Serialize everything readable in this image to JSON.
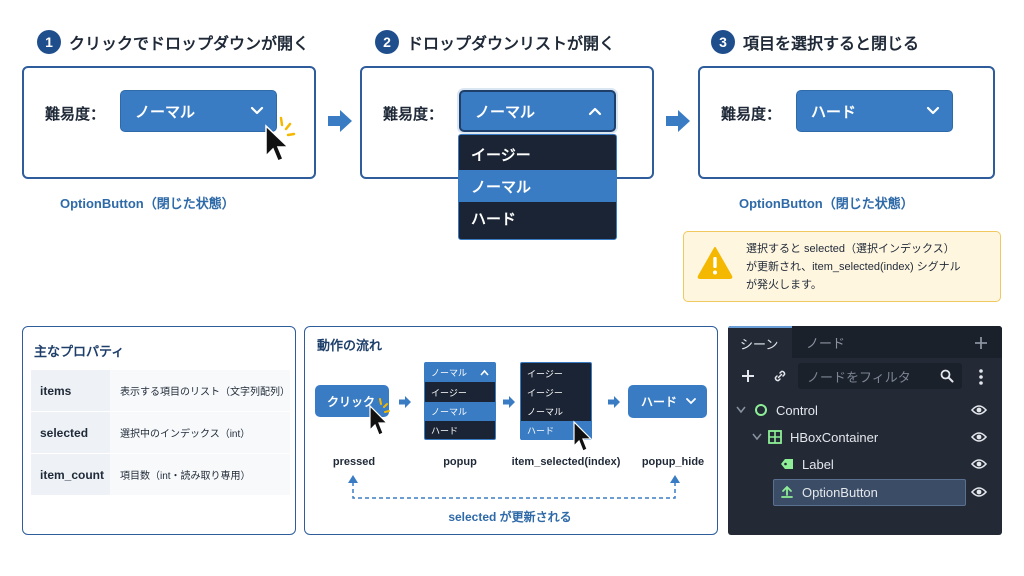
{
  "steps": [
    {
      "num": "1",
      "title": "クリックでドロップダウンが開く"
    },
    {
      "num": "2",
      "title": "ドロップダウンリストが開く"
    },
    {
      "num": "3",
      "title": "項目を選択すると閉じる"
    }
  ],
  "difficulty_label": "難易度：",
  "panel1": {
    "value": "ノーマル",
    "caption": "OptionButton（閉じた状態）"
  },
  "panel2": {
    "value": "ノーマル",
    "items": [
      "イージー",
      "ノーマル",
      "ハード"
    ],
    "selected_index": 1
  },
  "panel3": {
    "value": "ハード",
    "caption": "OptionButton（閉じた状態）"
  },
  "warning": {
    "lines": [
      "選択すると selected（選択インデックス）",
      "が更新され、item_selected(index) シグナル",
      "が発火します。"
    ]
  },
  "properties": {
    "title": "主なプロパティ",
    "rows": [
      {
        "key": "items",
        "value": "表示する項目のリスト（文字列配列）"
      },
      {
        "key": "selected",
        "value": "選択中のインデックス（int）"
      },
      {
        "key": "item_count",
        "value": "項目数（int・読み取り専用）"
      }
    ]
  },
  "flow": {
    "title": "動作の流れ",
    "click_label": "クリック",
    "popup1_items": [
      "イージー",
      "ノーマル",
      "ハード"
    ],
    "popup1_header": "ノーマル",
    "popup2_items": [
      "イージー",
      "イージー",
      "ノーマル",
      "ハード"
    ],
    "result_label": "ハード",
    "stage_labels": [
      "pressed",
      "popup",
      "item_selected(index)",
      "popup_hide"
    ],
    "loop_caption": "selected が更新される"
  },
  "scene_panel": {
    "tabs": [
      "シーン",
      "ノード"
    ],
    "filter_placeholder": "ノードをフィルタ",
    "nodes": [
      "Control",
      "HBoxContainer",
      "Label",
      "OptionButton"
    ]
  },
  "colors": {
    "accent": "#3a7cc4",
    "dark_blue": "#1f4e8c",
    "warning": "#f5b800",
    "popup_bg": "#1b2434"
  }
}
